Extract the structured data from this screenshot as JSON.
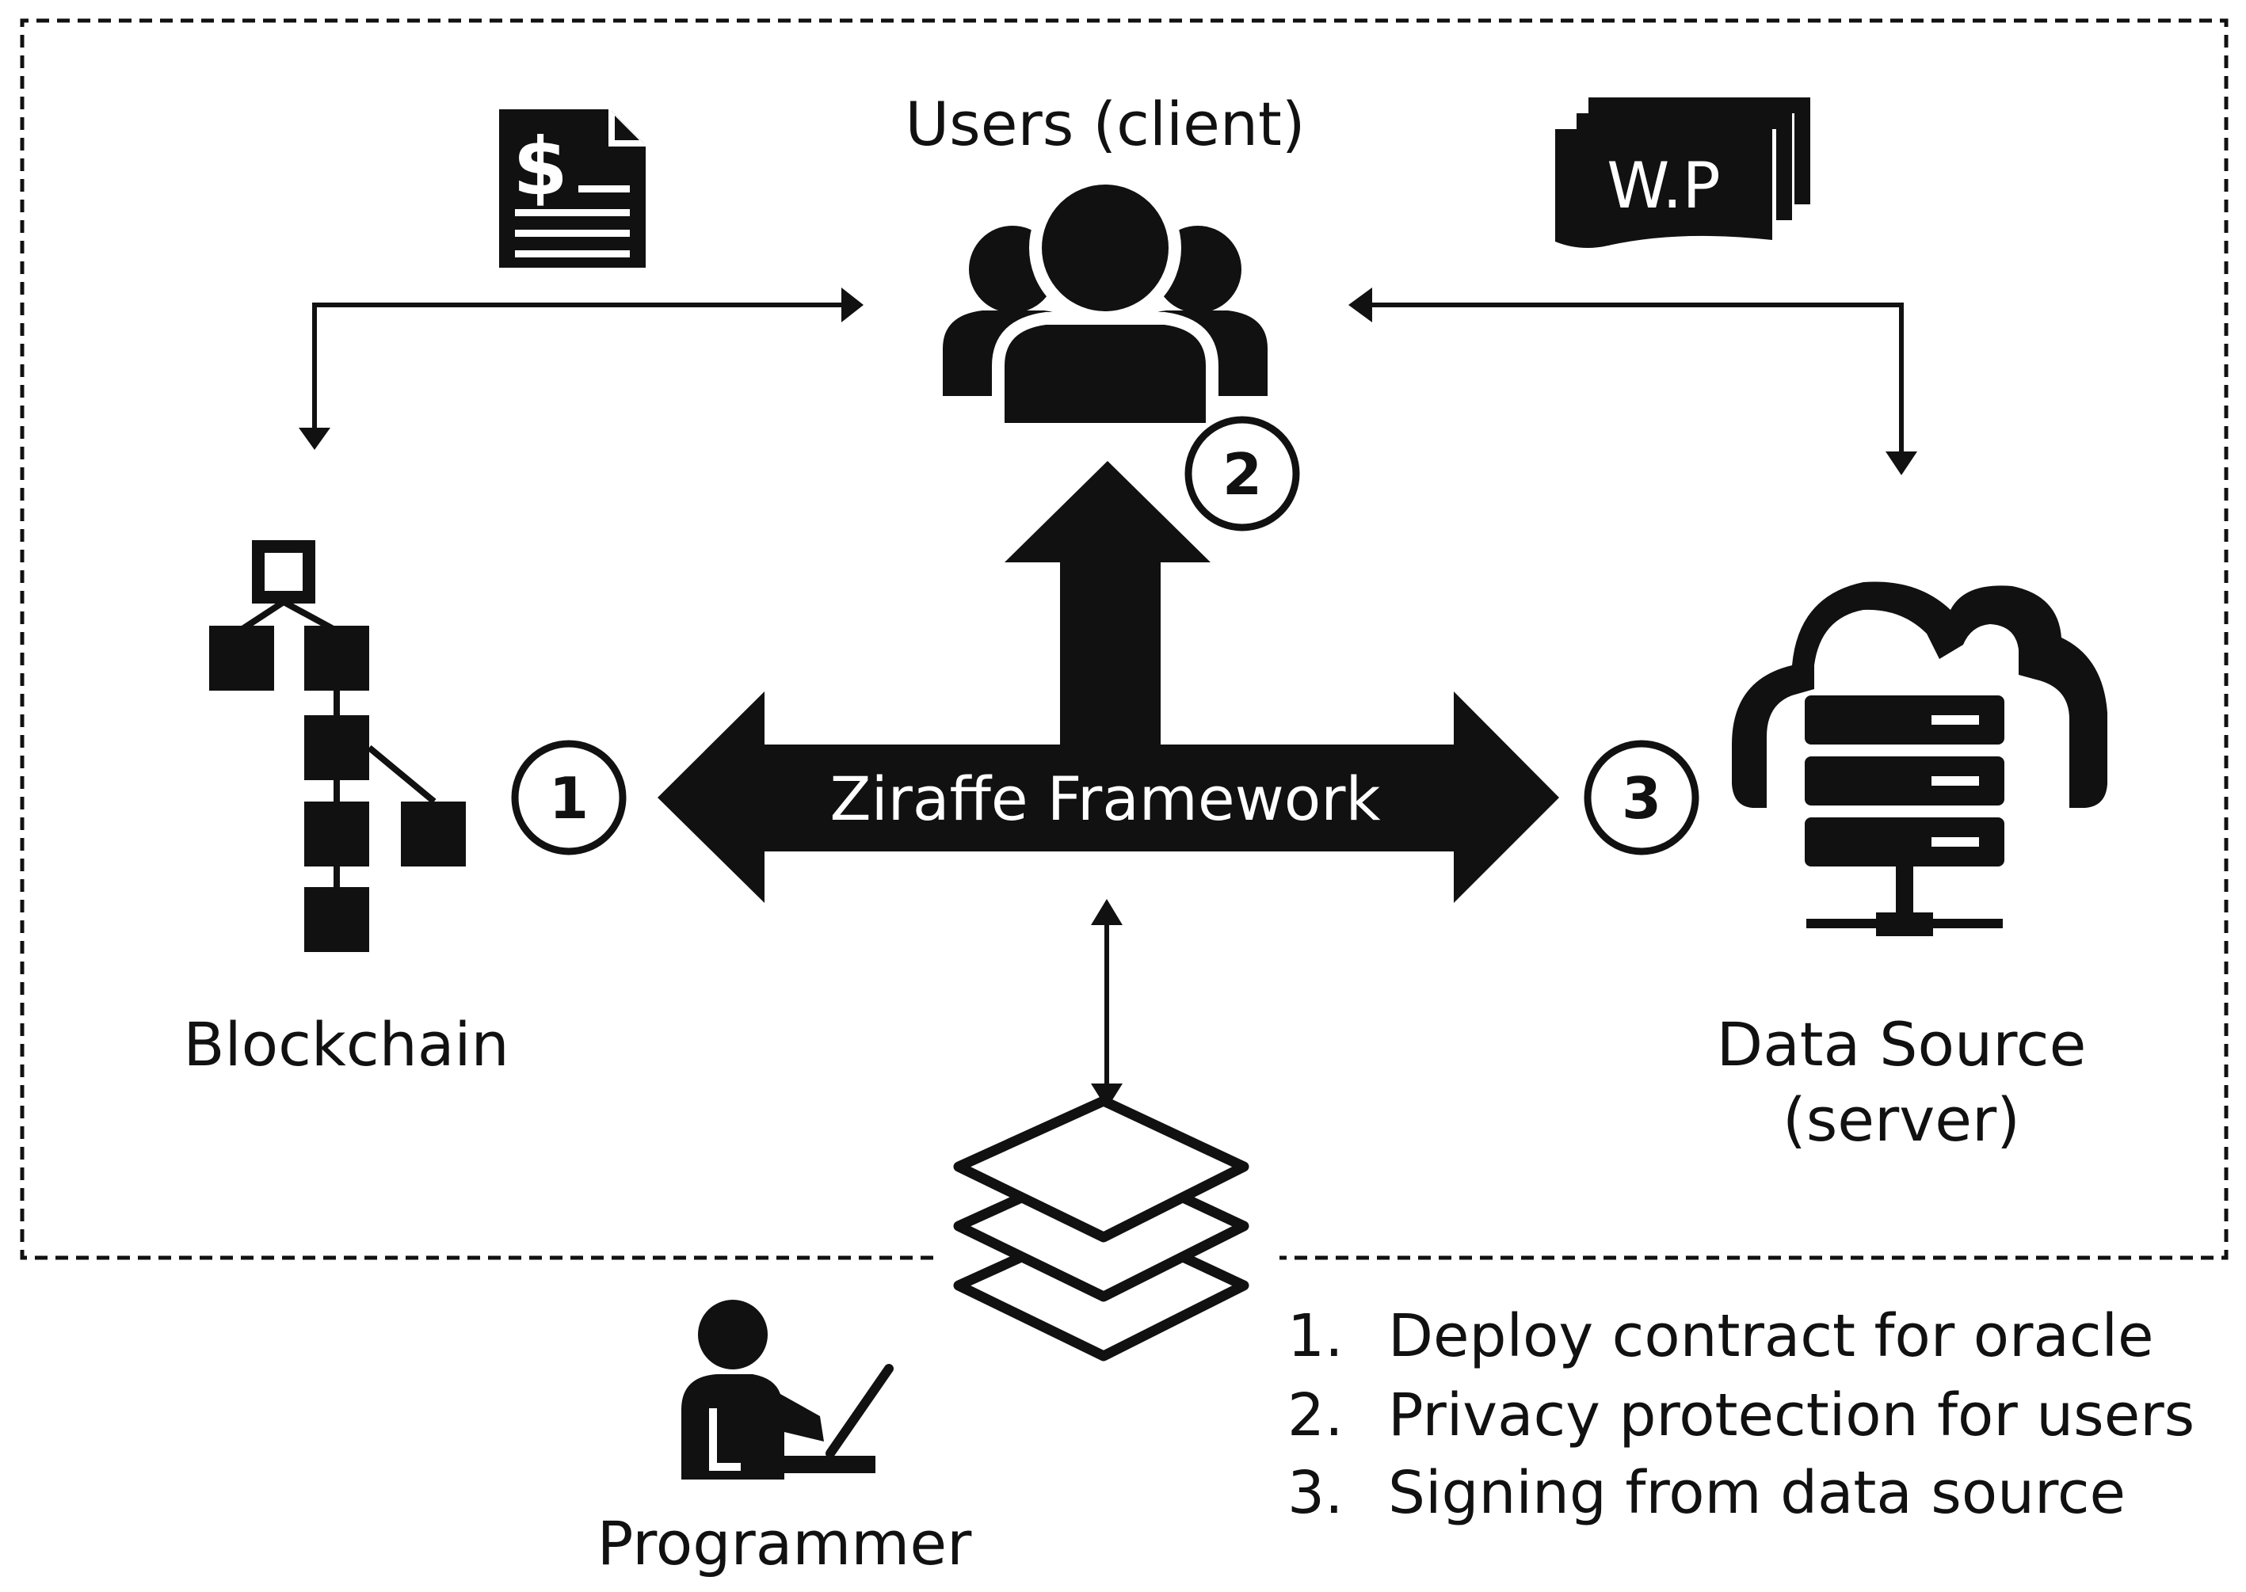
{
  "nodes": {
    "users": "Users (client)",
    "blockchain": "Blockchain",
    "data_source_line1": "Data Source",
    "data_source_line2": "(server)",
    "programmer": "Programmer",
    "framework": "Ziraffe Framework"
  },
  "icons": {
    "invoice": "invoice-dollar-icon",
    "wp_document_text": "W.P",
    "users": "users-group-icon",
    "blockchain": "blockchain-tree-icon",
    "data_source": "cloud-server-icon",
    "layers": "layers-stack-icon",
    "programmer": "programmer-laptop-icon"
  },
  "markers": {
    "one": "1",
    "two": "2",
    "three": "3"
  },
  "legend": [
    {
      "num": "1.",
      "text": "Deploy contract for oracle"
    },
    {
      "num": "2.",
      "text": "Privacy protection for users"
    },
    {
      "num": "3.",
      "text": "Signing from data source"
    }
  ],
  "colors": {
    "ink": "#111111",
    "background": "#ffffff"
  }
}
